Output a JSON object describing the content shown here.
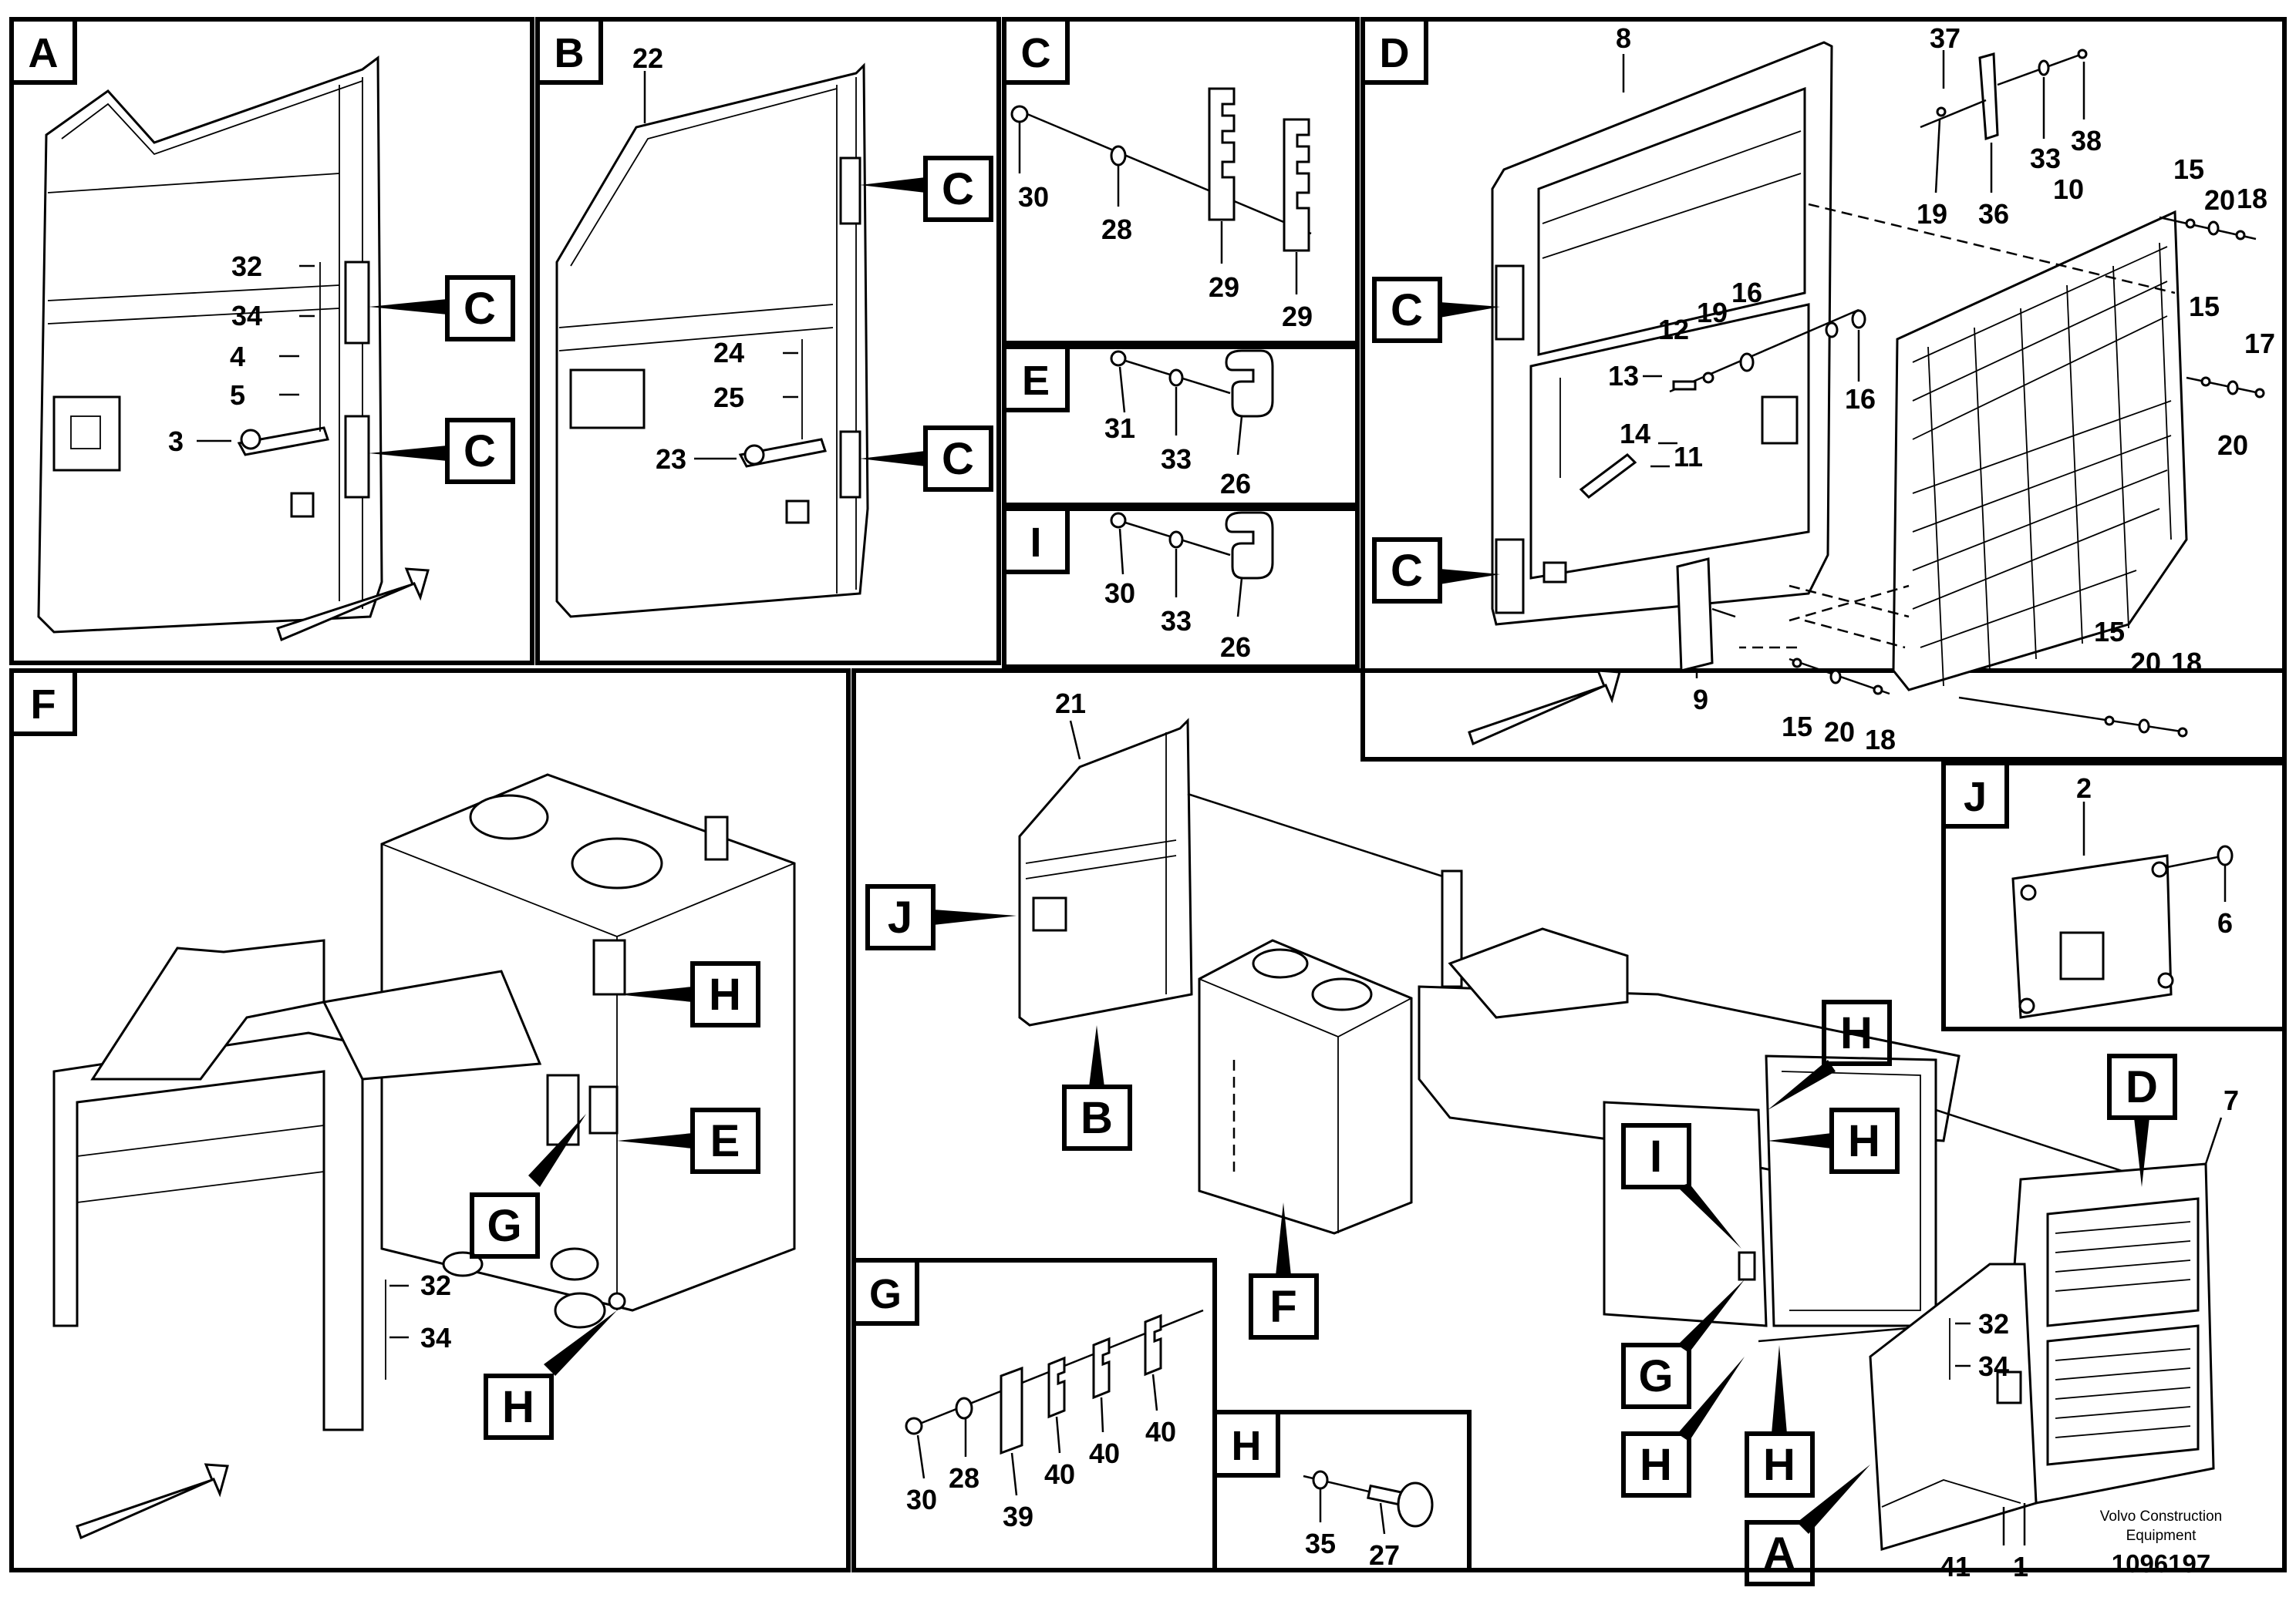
{
  "panels": {
    "a": {
      "label": "A",
      "callouts": [
        "32",
        "34",
        "4",
        "5",
        "3"
      ],
      "refs": [
        "C",
        "C"
      ]
    },
    "b": {
      "label": "B",
      "callouts": [
        "22",
        "24",
        "25",
        "23"
      ],
      "refs": [
        "C",
        "C"
      ]
    },
    "c": {
      "label": "C",
      "callouts": [
        "30",
        "28",
        "29",
        "29"
      ]
    },
    "e": {
      "label": "E",
      "callouts": [
        "31",
        "33",
        "26"
      ]
    },
    "i": {
      "label": "I",
      "callouts": [
        "30",
        "33",
        "26"
      ]
    },
    "d": {
      "label": "D",
      "callouts": [
        "8",
        "37",
        "33",
        "38",
        "19",
        "36",
        "10",
        "15",
        "20",
        "18",
        "12",
        "19",
        "16",
        "13",
        "16",
        "15",
        "17",
        "14",
        "11",
        "20",
        "9",
        "15",
        "20",
        "18",
        "15",
        "20",
        "18"
      ],
      "refs": [
        "C",
        "C"
      ]
    },
    "f": {
      "label": "F",
      "callouts": [
        "32",
        "34"
      ],
      "refs": [
        "H",
        "E",
        "G",
        "H"
      ]
    },
    "j": {
      "label": "J",
      "callouts": [
        "2",
        "6"
      ]
    },
    "g": {
      "label": "G",
      "callouts": [
        "30",
        "28",
        "39",
        "40",
        "40",
        "40"
      ]
    },
    "h": {
      "label": "H",
      "callouts": [
        "35",
        "27"
      ]
    }
  },
  "overview": {
    "callouts": [
      "21",
      "7",
      "32",
      "34",
      "41",
      "1"
    ],
    "refs": [
      "J",
      "B",
      "F",
      "H",
      "H",
      "I",
      "G",
      "H",
      "H",
      "D",
      "A"
    ]
  },
  "footer": {
    "company_line1": "Volvo Construction",
    "company_line2": "Equipment",
    "doc_number": "1096197"
  }
}
